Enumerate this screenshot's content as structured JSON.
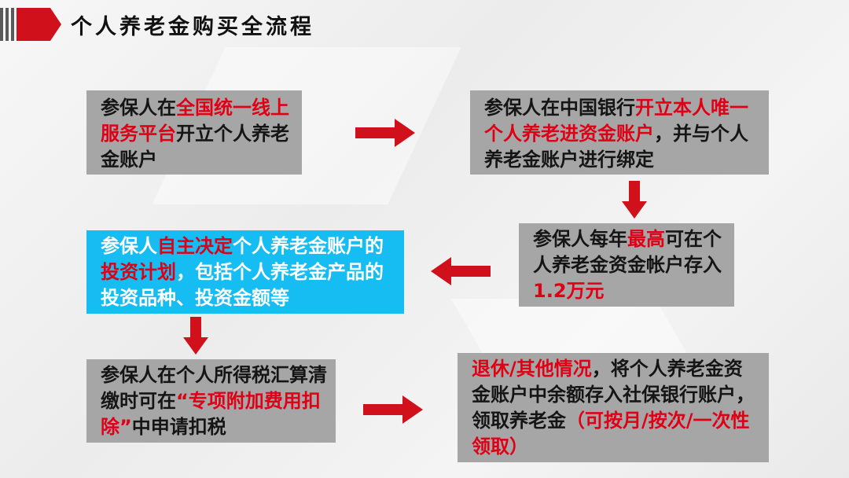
{
  "title": "个人养老金购买全流程",
  "colors": {
    "accent": "#e00016",
    "box_gray": "#a6a6a6",
    "box_blue": "#15bdf2"
  },
  "steps": [
    {
      "id": "step1",
      "segments": [
        {
          "t": "参保人在",
          "hl": false
        },
        {
          "t": "全国统一线上服务平台",
          "hl": true
        },
        {
          "t": "开立个人养老金账户",
          "hl": false
        }
      ]
    },
    {
      "id": "step2",
      "segments": [
        {
          "t": "参保人在中国银行",
          "hl": false
        },
        {
          "t": "开立本人唯一个人养老进资金账户",
          "hl": true
        },
        {
          "t": "，并与个人养老金账户进行绑定",
          "hl": false
        }
      ]
    },
    {
      "id": "step3",
      "segments": [
        {
          "t": "参保人每年",
          "hl": false
        },
        {
          "t": "最高",
          "hl": true
        },
        {
          "t": "可在个人养老金资金帐户存入",
          "hl": false
        },
        {
          "t": "1.2万元",
          "hl": true
        }
      ]
    },
    {
      "id": "step4",
      "segments": [
        {
          "t": "参保人",
          "hl": false
        },
        {
          "t": "自主决定",
          "hl": true
        },
        {
          "t": "个人养老金账户的",
          "hl": false
        },
        {
          "t": "投资计划",
          "hl": true
        },
        {
          "t": "，包括个人养老金产品的投资品种、投资金额等",
          "hl": false
        }
      ]
    },
    {
      "id": "step5",
      "segments": [
        {
          "t": "参保人在个人所得税汇算清缴时可在",
          "hl": false
        },
        {
          "t": "“专项附加费用扣除”",
          "hl": true
        },
        {
          "t": "中申请扣税",
          "hl": false
        }
      ]
    },
    {
      "id": "step6",
      "segments": [
        {
          "t": "退休/其他情况",
          "hl": true
        },
        {
          "t": "，将个人养老金资金账户中余额存入社保银行账户，领取养老金",
          "hl": false
        },
        {
          "t": "（可按月/按次/一次性领取）",
          "hl": true
        }
      ]
    }
  ]
}
